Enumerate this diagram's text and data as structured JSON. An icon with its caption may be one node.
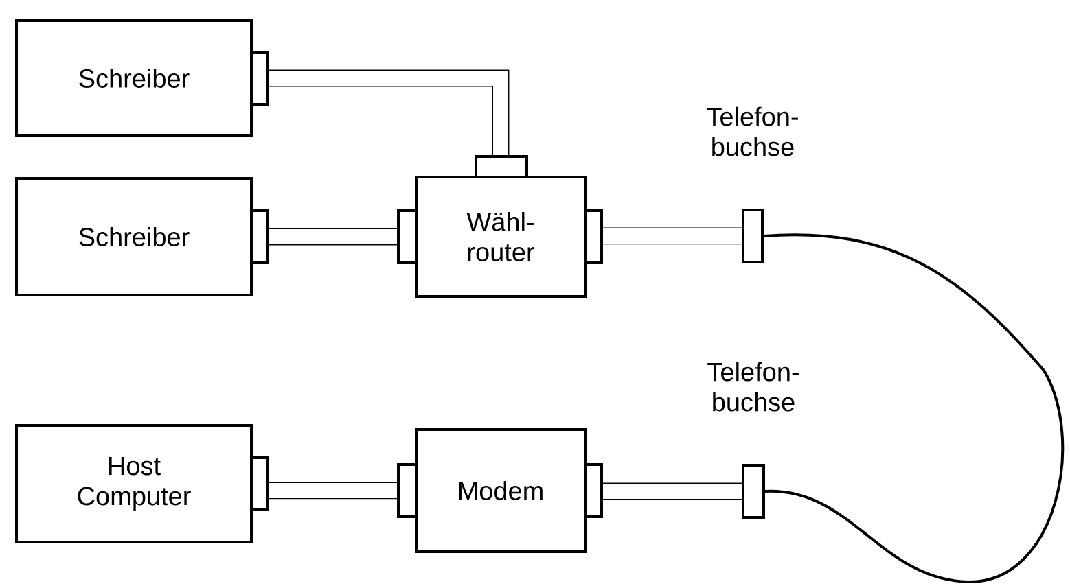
{
  "diagram": {
    "nodes": [
      {
        "text": [
          "Schreiber"
        ]
      },
      {
        "text": [
          "Schreiber"
        ]
      },
      {
        "text": [
          "Wähl- router"
        ]
      },
      {
        "text": [
          "Telefon- buchse"
        ]
      },
      {
        "text": [
          "Host Computer"
        ]
      },
      {
        "text": [
          "Modem"
        ]
      },
      {
        "text": [
          "Telefon- buchse"
        ]
      }
    ],
    "edges": [
      {
        "from": 0,
        "to": 2,
        "arrow": "none"
      },
      {
        "from": 1,
        "to": 2,
        "arrow": "none"
      },
      {
        "from": 2,
        "to": 3,
        "arrow": "none"
      },
      {
        "from": 4,
        "to": 5,
        "arrow": "none"
      },
      {
        "from": 5,
        "to": 6,
        "arrow": "none"
      },
      {
        "from": 3,
        "to": 6,
        "arrow": "none"
      }
    ]
  }
}
